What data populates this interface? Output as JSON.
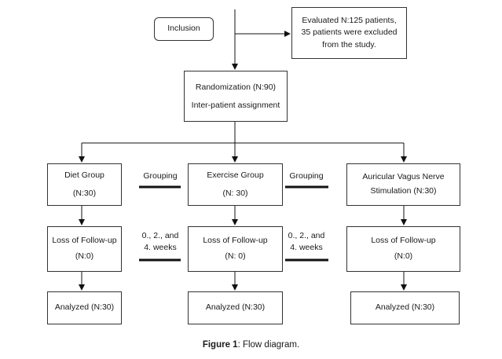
{
  "inclusion": {
    "label": "Inclusion"
  },
  "exclusion": {
    "line1": "Evaluated N:125 patients,",
    "line2": "35 patients were excluded",
    "line3": "from the study."
  },
  "randomization": {
    "line1": "Randomization (N:90)",
    "line2": "Inter-patient assignment"
  },
  "groups": [
    {
      "name": "Diet Group",
      "n": "(N:30)",
      "followup": "Loss of Follow-up",
      "followup_n": "(N:0)",
      "analyzed": "Analyzed (N:30)"
    },
    {
      "name": "Exercise Group",
      "n": "(N: 30)",
      "followup": "Loss of Follow-up",
      "followup_n": "(N: 0)",
      "analyzed": "Analyzed (N:30)"
    },
    {
      "name": "Auricular Vagus Nerve",
      "name2": "Stimulation (N:30)",
      "followup": "Loss of Follow-up",
      "followup_n": "(N:0)",
      "analyzed": "Analyzed (N:30)"
    }
  ],
  "between": {
    "grouping_1": "Grouping",
    "grouping_2": "Grouping",
    "weeks_1_line1": "0., 2., and",
    "weeks_1_line2": "4. weeks",
    "weeks_2_line1": "0., 2., and",
    "weeks_2_line2": "4. weeks"
  },
  "caption": {
    "prefix": "Figure 1",
    "text": ": Flow diagram."
  }
}
